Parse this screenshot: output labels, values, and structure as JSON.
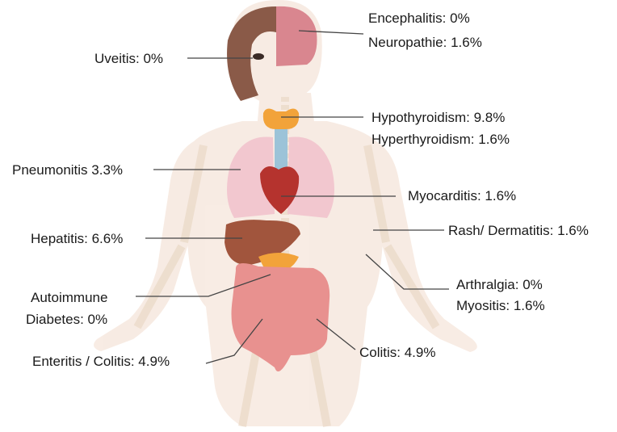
{
  "colors": {
    "skin": "#f2dccd",
    "bone": "#ead9c6",
    "hair": "#8a5a48",
    "brain": "#d9868f",
    "thyroid": "#f2a33a",
    "trachea": "#9cc3d8",
    "lungs": "#f2c7cf",
    "heart": "#b5332e",
    "liver": "#a1553d",
    "intestine": "#e8918f",
    "leader_line": "#444444"
  },
  "labels": {
    "encephalitis": "Encephalitis: 0%",
    "neuropathie": "Neuropathie: 1.6%",
    "uveitis": "Uveitis: 0%",
    "hypothyroidism": "Hypothyroidism: 9.8%",
    "hyperthyroidism": "Hyperthyroidism: 1.6%",
    "pneumonitis": "Pneumonitis 3.3%",
    "myocarditis": "Myocarditis: 1.6%",
    "rash": "Rash/ Dermatitis: 1.6%",
    "hepatitis": "Hepatitis: 6.6%",
    "arthralgia": "Arthralgia: 0%",
    "myositis": "Myositis: 1.6%",
    "autoimmune_line1": "Autoimmune",
    "autoimmune_line2": "Diabetes: 0%",
    "enteritis": "Enteritis / Colitis: 4.9%",
    "colitis": "Colitis: 4.9%"
  }
}
